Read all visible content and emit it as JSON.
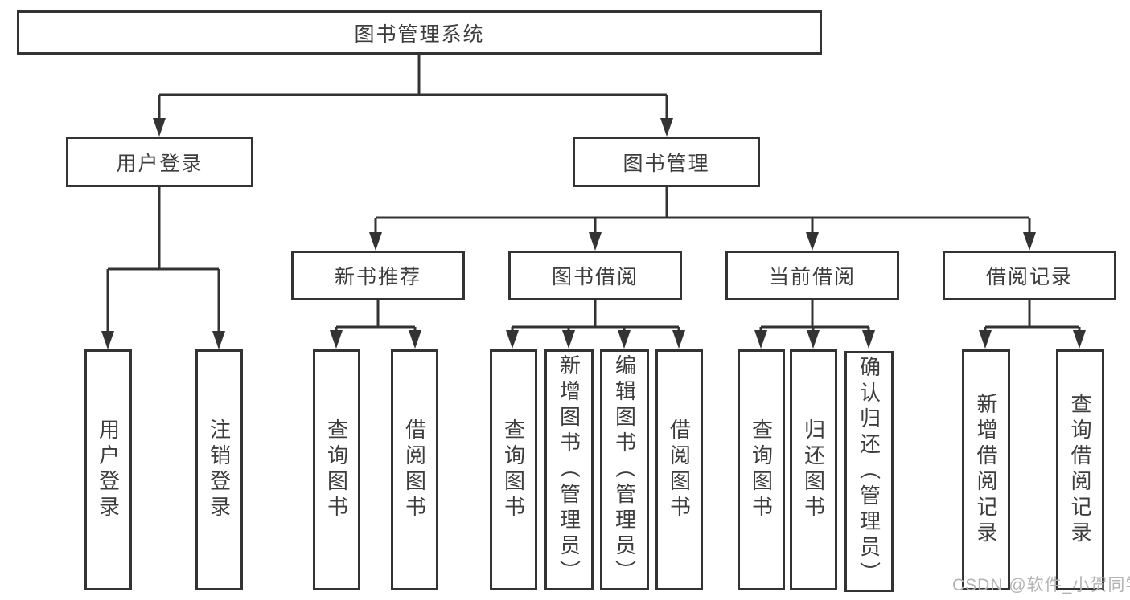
{
  "diagram": {
    "root": {
      "label": "图书管理系统"
    },
    "branches": [
      {
        "label": "用户登录",
        "children": [
          "用户登录",
          "注销登录"
        ]
      },
      {
        "label": "图书管理"
      }
    ],
    "modules": [
      {
        "label": "新书推荐",
        "children": [
          "查询图书",
          "借阅图书"
        ]
      },
      {
        "label": "图书借阅",
        "children": [
          "查询图书",
          "新增图书（管理员）",
          "编辑图书（管理员）",
          "借阅图书"
        ]
      },
      {
        "label": "当前借阅",
        "children": [
          "查询图书",
          "归还图书",
          "确认归还（管理员）"
        ]
      },
      {
        "label": "借阅记录",
        "children": [
          "新增借阅记录",
          "查询借阅记录"
        ]
      }
    ],
    "line_color": "#333333",
    "text_color": "#3d3d3d",
    "background_color": "#ffffff"
  },
  "watermark": {
    "text": "CSDN @软件_小贺同学",
    "color": "#b3b3b3"
  }
}
